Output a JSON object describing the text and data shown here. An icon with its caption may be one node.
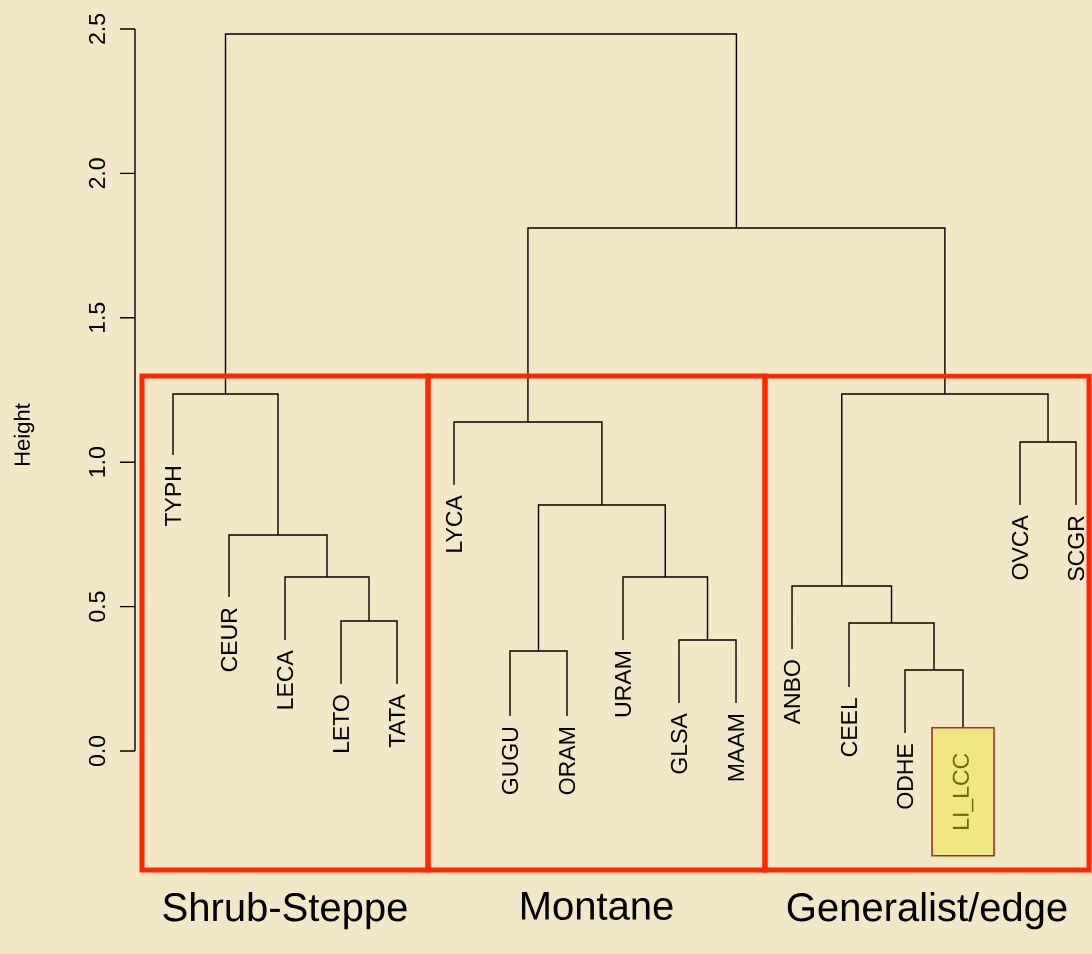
{
  "diagram": {
    "nodes": [
      {
        "text": [
          "Shrub-Steppe"
        ]
      },
      {
        "text": [
          "TYPH"
        ],
        "in": 0
      },
      {
        "text": [
          "CEUR"
        ],
        "in": 0
      },
      {
        "text": [
          "LECA"
        ],
        "in": 0
      },
      {
        "text": [
          "LETO"
        ],
        "in": 0
      },
      {
        "text": [
          "TATA"
        ],
        "in": 0
      },
      {
        "text": [
          "Montane"
        ]
      },
      {
        "text": [
          "LYCA"
        ],
        "in": 6
      },
      {
        "text": [
          "GUGU"
        ],
        "in": 6
      },
      {
        "text": [
          "ORAM"
        ],
        "in": 6
      },
      {
        "text": [
          "URAM"
        ],
        "in": 6
      },
      {
        "text": [
          "GLSA"
        ],
        "in": 6
      },
      {
        "text": [
          "MAAM"
        ],
        "in": 6
      },
      {
        "text": [
          "Generalist/edge"
        ]
      },
      {
        "text": [
          "ANBO"
        ],
        "in": 13
      },
      {
        "text": [
          "CEEL"
        ],
        "in": 13
      },
      {
        "text": [
          "ODHE"
        ],
        "in": 13
      },
      {
        "text": [
          "LI_LCC"
        ],
        "in": 13
      },
      {
        "text": [
          "OVCA"
        ],
        "in": 13
      },
      {
        "text": [
          "SCGR"
        ],
        "in": 13
      }
    ],
    "labels": [
      "2.5",
      "2.0",
      "1.5",
      "1.0",
      "0.5",
      "0.0",
      "Height"
    ]
  }
}
